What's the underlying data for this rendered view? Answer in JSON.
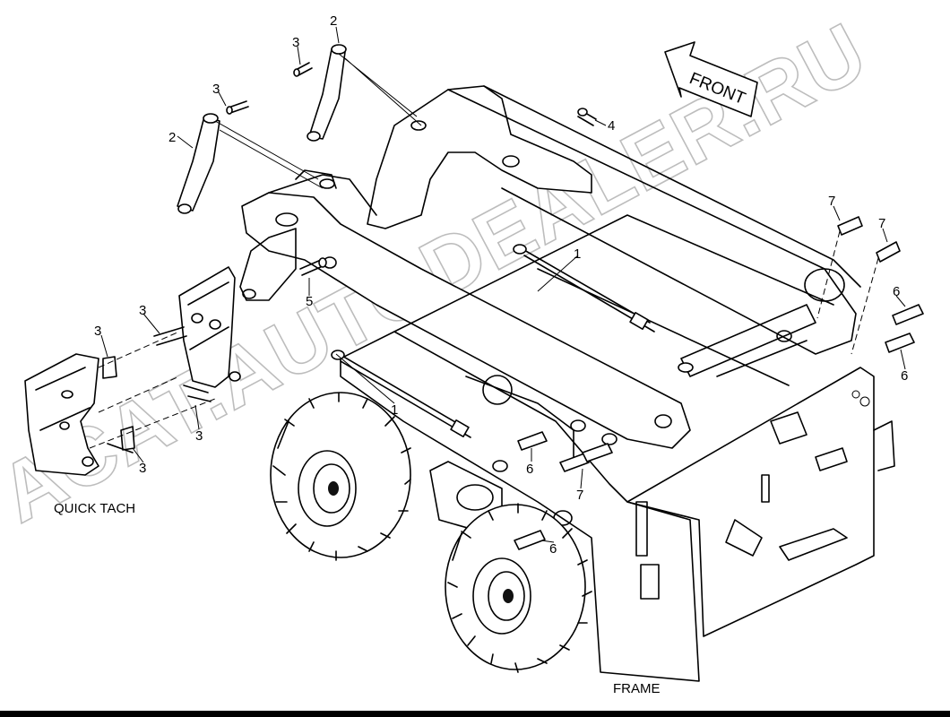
{
  "callouts": [
    {
      "id": "c2a",
      "text": "2"
    },
    {
      "id": "c3a",
      "text": "3"
    },
    {
      "id": "c3b",
      "text": "3"
    },
    {
      "id": "c2b",
      "text": "2"
    },
    {
      "id": "c4",
      "text": "4"
    },
    {
      "id": "c7a",
      "text": "7"
    },
    {
      "id": "c7b",
      "text": "7"
    },
    {
      "id": "c1a",
      "text": "1"
    },
    {
      "id": "c5",
      "text": "5"
    },
    {
      "id": "c6a",
      "text": "6"
    },
    {
      "id": "c6b",
      "text": "6"
    },
    {
      "id": "c3c",
      "text": "3"
    },
    {
      "id": "c3d",
      "text": "3"
    },
    {
      "id": "c1b",
      "text": "1"
    },
    {
      "id": "c3e",
      "text": "3"
    },
    {
      "id": "c3f",
      "text": "3"
    },
    {
      "id": "c6c",
      "text": "6"
    },
    {
      "id": "c7c",
      "text": "7"
    },
    {
      "id": "c6d",
      "text": "6"
    }
  ],
  "arrow_label": "FRONT",
  "quick_tach_label": "QUICK TACH",
  "frame_label": "FRAME",
  "watermark": "ACAT.AUTODEALER.RU"
}
